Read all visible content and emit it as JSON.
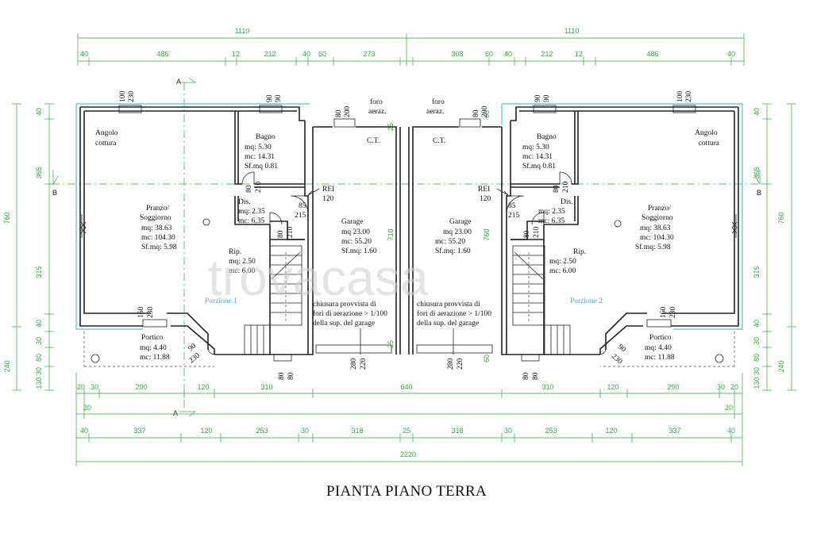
{
  "title": "PIANTA PIANO TERRA",
  "watermark": "trovacasa",
  "colors": {
    "dimension": "#2fae3a",
    "outline": "#49c8d8",
    "wall": "#222222"
  },
  "dims": {
    "top_total": [
      "1110",
      "1110"
    ],
    "top_parts": [
      "40",
      "486",
      "12",
      "212",
      "40",
      "60",
      "273",
      "308",
      "60",
      "40",
      "212",
      "12",
      "486",
      "40"
    ],
    "left": [
      "40",
      "365",
      "315",
      "40",
      "30",
      "80",
      "30",
      "130"
    ],
    "left_total": "760",
    "left_half": [
      "240"
    ],
    "right": [
      "40",
      "365",
      "315",
      "40",
      "30",
      "80",
      "30",
      "130"
    ],
    "right_total": "760",
    "right_half": [
      "240"
    ],
    "bottom1": [
      "20",
      "30",
      "290",
      "120",
      "310",
      "640",
      "310",
      "120",
      "290",
      "30",
      "20"
    ],
    "bottom_edge": [
      "20",
      "20"
    ],
    "bottom2": [
      "40",
      "337",
      "120",
      "253",
      "30",
      "318",
      "25",
      "318",
      "30",
      "253",
      "120",
      "337",
      "40"
    ],
    "bottom_total": "2220"
  },
  "rooms": {
    "angolo_l": [
      "Angolo",
      "cottura"
    ],
    "angolo_r": [
      "Angolo",
      "cottura"
    ],
    "bagno_l": [
      "Bagno",
      "mq: 5.30",
      "mc: 14.31",
      "Sf.mq 0.81"
    ],
    "bagno_r": [
      "Bagno",
      "mq: 5.30",
      "mc: 14.31",
      "Sf.mq 0.81"
    ],
    "dis_l": [
      "Dis.",
      "mq: 2.35",
      "mc: 6.35"
    ],
    "dis_r": [
      "Dis.",
      "mq: 2.35",
      "mc: 6.35"
    ],
    "pranzo_l": [
      "Pranzo/",
      "Soggiorno",
      "mq: 38.63",
      "mc: 104.30",
      "Sf.mq: 5.98"
    ],
    "pranzo_r": [
      "Pranzo/",
      "Soggiorno",
      "mq: 38.63",
      "mc: 104.30",
      "Sf.mq: 5.98"
    ],
    "rip_l": [
      "Rip.",
      "mq: 2.50",
      "mc: 6.00"
    ],
    "rip_r": [
      "Rip.",
      "mq: 2.50",
      "mc: 6.00"
    ],
    "garage_l": [
      "Garage",
      "mq 23.00",
      "mc: 55.20",
      "Sf.mq: 1.60"
    ],
    "garage_r": [
      "Garage",
      "mq 23.00",
      "mc: 55.20",
      "Sf.mq: 1.60"
    ],
    "portico_l": [
      "Portico",
      "mq: 4.40",
      "mc: 11.88"
    ],
    "portico_r": [
      "Portico",
      "mq: 4.40",
      "mc: 11.88"
    ],
    "ct_l": "C.T.",
    "ct_r": "C.T.",
    "foro_l": [
      "foro",
      "aeraz."
    ],
    "foro_r": [
      "foro",
      "aeraz."
    ],
    "chiusura_l": [
      "chiusura provvista di",
      "fori di aerazione > 1/100",
      "della sup. del garage"
    ],
    "chiusura_r": [
      "chiusura provvista di",
      "fori di aerazione > 1/100",
      "della sup. del garage"
    ],
    "porzione_l": "Porzione 1",
    "porzione_r": "Porzione 2",
    "rei_l": [
      "REI",
      "120"
    ],
    "rei_r": [
      "REI",
      "120"
    ]
  },
  "openings": {
    "win_top_l": [
      "100",
      "230"
    ],
    "win_bagno_l": [
      "90",
      "90"
    ],
    "win_ct_l": [
      "80",
      "200"
    ],
    "win_top_r": [
      "100",
      "230"
    ],
    "win_bagno_r": [
      "90",
      "90"
    ],
    "win_ct_r": [
      "80",
      "200"
    ],
    "door_bagno_l": [
      "80",
      "210"
    ],
    "door_bagno_r": [
      "80",
      "210"
    ],
    "door_rip_l": [
      "80",
      "210"
    ],
    "door_rip_r": [
      "80",
      "210"
    ],
    "rei_door_l": [
      "85",
      "215"
    ],
    "rei_door_r": [
      "85",
      "215"
    ],
    "portico_win_l": [
      "160",
      "230"
    ],
    "portico_win_r": [
      "160",
      "230"
    ],
    "entry_door_l": [
      "90",
      "230"
    ],
    "entry_door_r": [
      "90",
      "230"
    ],
    "bottom_win_l": [
      "80",
      "80"
    ],
    "bottom_win_r": [
      "80",
      "80"
    ],
    "garage_door_l": [
      "280",
      "220"
    ],
    "garage_door_r": [
      "280",
      "220"
    ],
    "garage_depth_l": "710",
    "garage_depth_r": "760",
    "garage_wall_l": "25",
    "garage_wall_r": "25",
    "small_60_l": "60",
    "small_60_r": "60"
  },
  "section_marks": {
    "a": "A",
    "b": "B"
  }
}
